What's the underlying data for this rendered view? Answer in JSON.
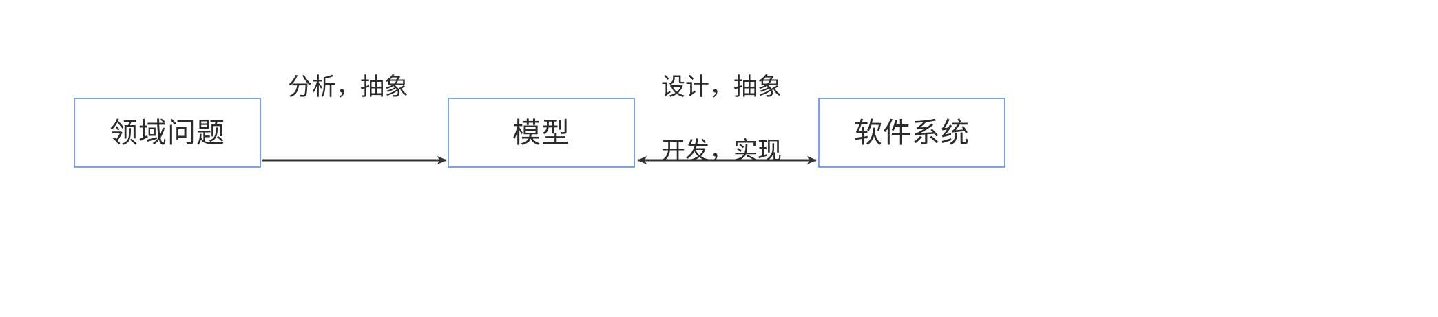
{
  "diagram": {
    "title": "领域问题 - 模型 - 软件系统",
    "background_color": "#ffffff",
    "node_border_color": "#7aa4e3",
    "text_color": "#2b2b2b",
    "arrow_color": "#333333",
    "nodes": [
      {
        "id": "domain-problem",
        "label": "领域问题"
      },
      {
        "id": "model",
        "label": "模型"
      },
      {
        "id": "software-system",
        "label": "软件系统"
      }
    ],
    "edges": [
      {
        "id": "domain-to-model",
        "from": "domain-problem",
        "to": "model",
        "direction": "forward",
        "labels": [
          {
            "id": "analyze-abstract",
            "text": "分析，抽象",
            "position": "above"
          }
        ]
      },
      {
        "id": "model-to-software",
        "from": "model",
        "to": "software-system",
        "direction": "bidirectional",
        "labels": [
          {
            "id": "design-abstract",
            "text": "设计，抽象",
            "position": "above"
          },
          {
            "id": "develop-implement",
            "text": "开发，实现",
            "position": "below"
          }
        ]
      }
    ]
  }
}
